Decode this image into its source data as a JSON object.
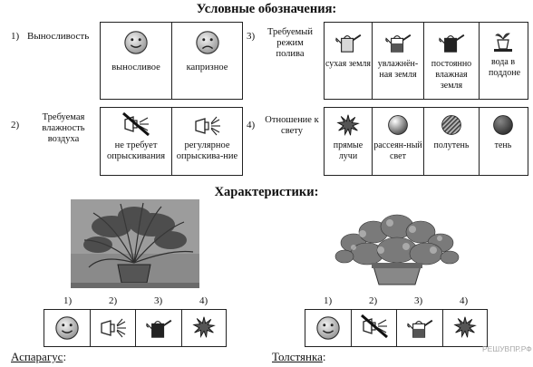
{
  "title": "Условные обозначения:",
  "legend": [
    {
      "num": "1)",
      "label": "Выносливость",
      "cells": [
        "выносливое",
        "капризное"
      ],
      "icons": [
        "smiley-happy-icon",
        "smiley-sad-icon"
      ]
    },
    {
      "num": "2)",
      "label": "Требуемая влажность воздуха",
      "cells": [
        "не требует опрыскивания",
        "регулярное опрыскива-ние"
      ],
      "icons": [
        "no-spray-icon",
        "spray-icon"
      ]
    },
    {
      "num": "3)",
      "label": "Требуемый режим полива",
      "cells": [
        "сухая земля",
        "увлажнён-ная земля",
        "постоянно влажная земля",
        "вода в поддоне"
      ],
      "icons": [
        "watering-can-dry-icon",
        "watering-can-moist-icon",
        "watering-can-wet-icon",
        "pot-tray-icon"
      ]
    },
    {
      "num": "4)",
      "label": "Отношение к свету",
      "cells": [
        "прямые лучи",
        "рассеян-ный свет",
        "полутень",
        "тень"
      ],
      "icons": [
        "sun-burst-icon",
        "sphere-light-icon",
        "sphere-striped-icon",
        "sphere-dark-icon"
      ]
    }
  ],
  "characteristics_title": "Характеристики:",
  "plants": [
    {
      "name": "Аспарагус",
      "colon": ":",
      "numbers": [
        "1)",
        "2)",
        "3)",
        "4)"
      ],
      "icons": [
        "smiley-happy-icon",
        "spray-icon",
        "watering-can-wet-icon",
        "sun-burst-icon"
      ]
    },
    {
      "name": "Толстянка",
      "colon": ":",
      "numbers": [
        "1)",
        "2)",
        "3)",
        "4)"
      ],
      "icons": [
        "smiley-happy-icon",
        "no-spray-icon",
        "watering-can-moist-icon",
        "sun-burst-icon"
      ]
    }
  ],
  "watermark": "РЕШУВПР.РФ"
}
